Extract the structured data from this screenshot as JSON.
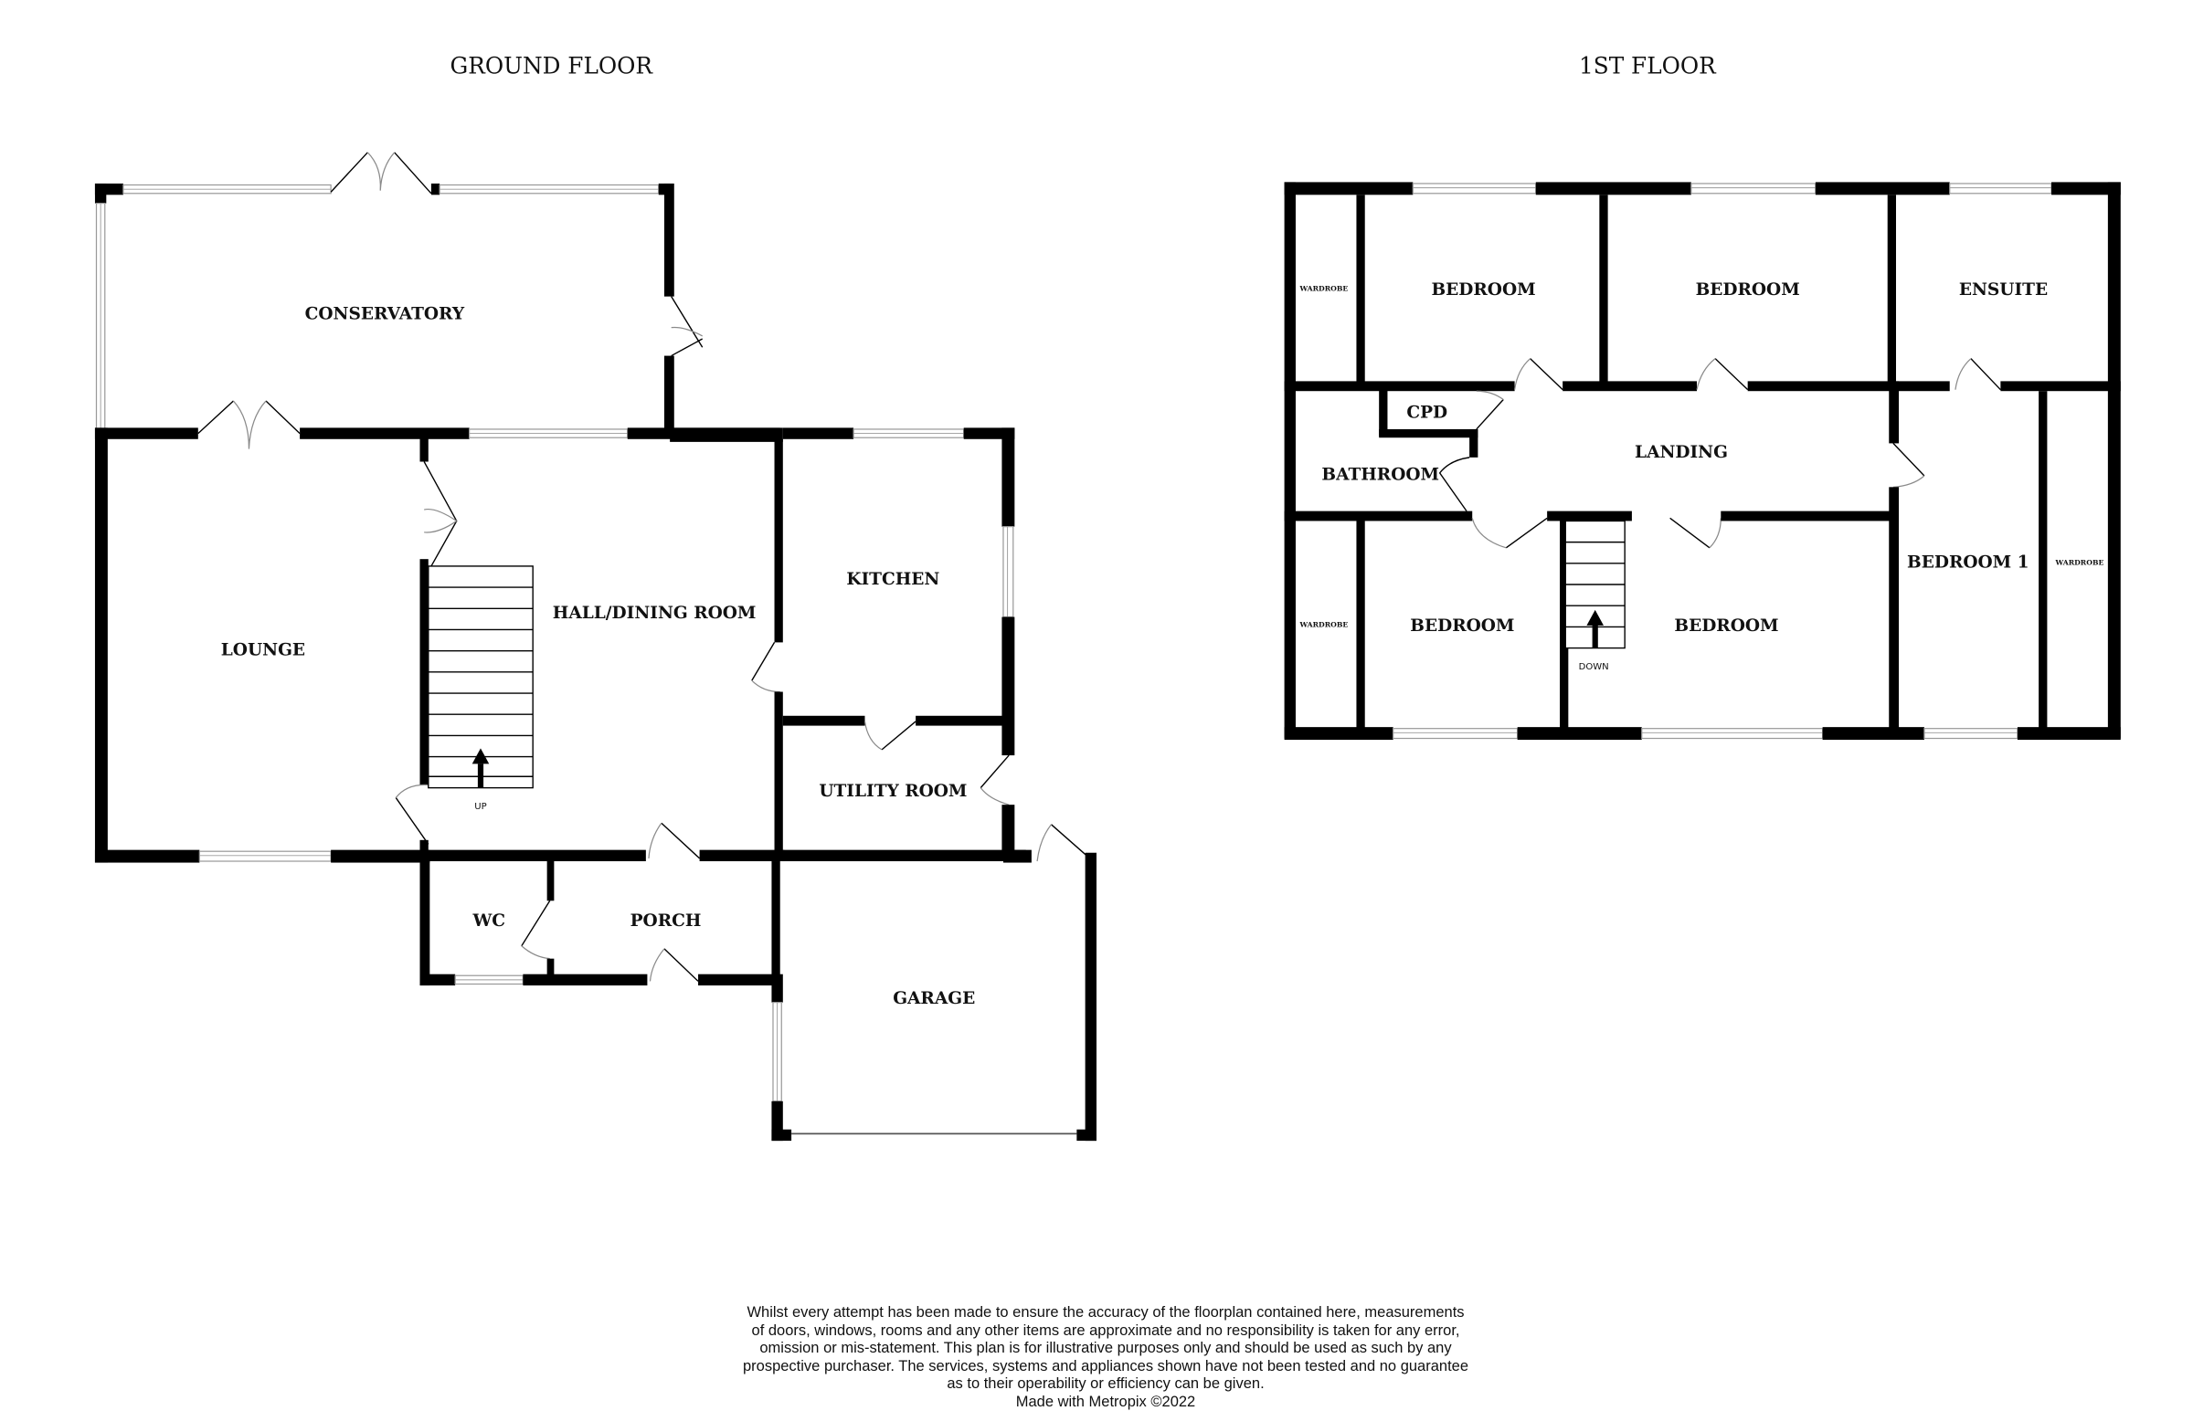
{
  "ground_floor": {
    "title": "GROUND FLOOR",
    "rooms": {
      "conservatory": "CONSERVATORY",
      "lounge": "LOUNGE",
      "hall_dining": "HALL/DINING ROOM",
      "kitchen": "KITCHEN",
      "utility": "UTILITY ROOM",
      "wc": "WC",
      "porch": "PORCH",
      "garage": "GARAGE"
    },
    "stairs_label": "UP"
  },
  "first_floor": {
    "title": "1ST FLOOR",
    "rooms": {
      "wardrobe_top_left": "WARDROBE",
      "bedroom_top_left": "BEDROOM",
      "bedroom_top_middle": "BEDROOM",
      "ensuite": "ENSUITE",
      "cpd": "CPD",
      "bathroom": "BATHROOM",
      "landing": "LANDING",
      "wardrobe_bottom_left": "WARDROBE",
      "bedroom_bottom_left": "BEDROOM",
      "bedroom_bottom_middle": "BEDROOM",
      "bedroom_1": "BEDROOM 1",
      "wardrobe_right": "WARDROBE"
    },
    "stairs_label": "DOWN"
  },
  "disclaimer": {
    "lines": [
      "Whilst every attempt has been made to ensure the accuracy of the floorplan contained here, measurements",
      "of doors, windows, rooms and any other items are approximate and no responsibility is taken for any error,",
      "omission or mis-statement. This plan is for illustrative purposes only and should be used as such by any",
      "prospective purchaser. The services, systems and appliances shown have not been tested and no guarantee",
      "as to their operability or efficiency can be given."
    ],
    "credit": "Made with Metropix ©2022"
  }
}
